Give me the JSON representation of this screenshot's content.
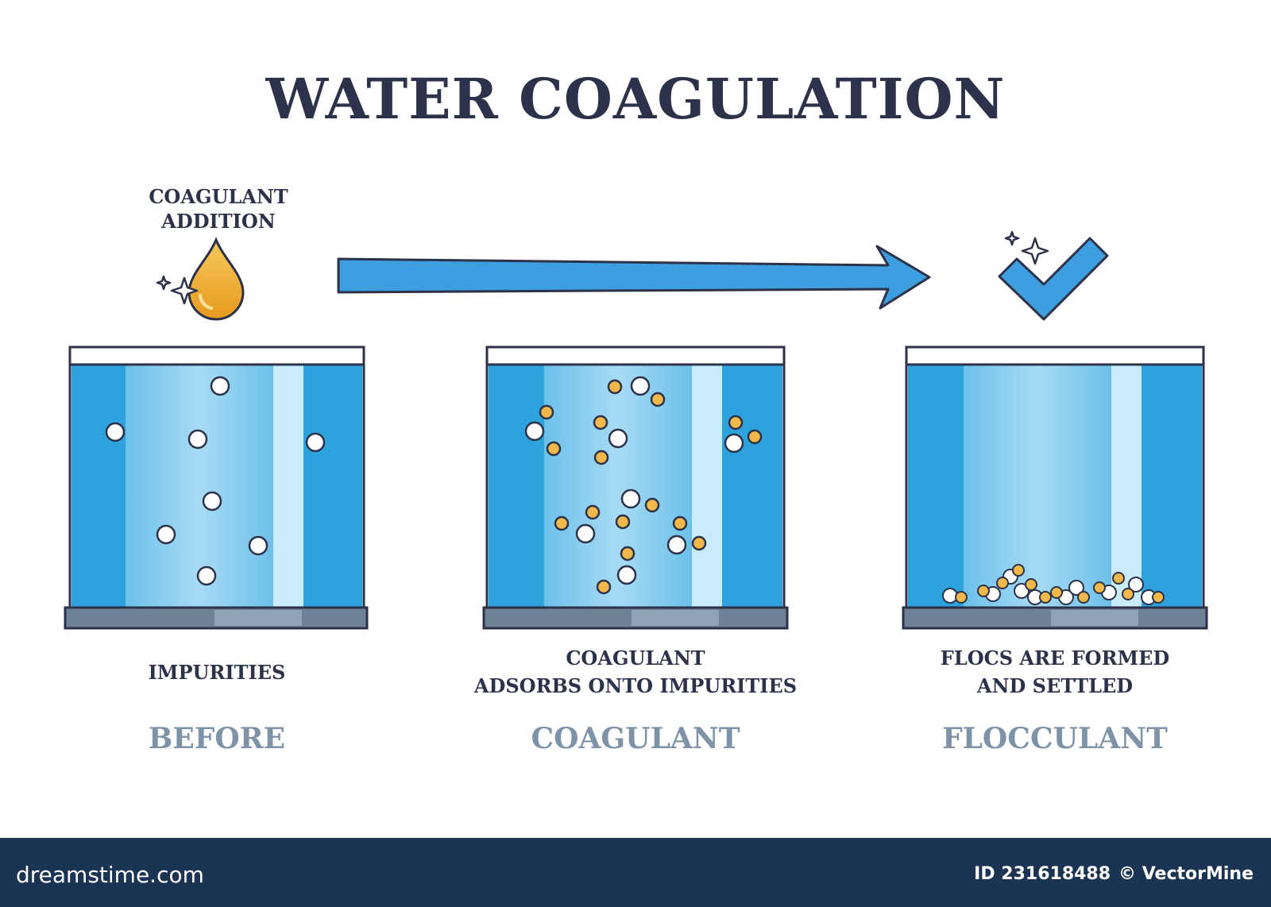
{
  "title": "WATER COAGULATION",
  "addition_label": [
    "COAGULANT",
    "ADDITION"
  ],
  "panels": [
    {
      "description": [
        "IMPURITIES"
      ],
      "stage": "BEFORE"
    },
    {
      "description": [
        "COAGULANT",
        "ADSORBS ONTO IMPURITIES"
      ],
      "stage": "COAGULANT"
    },
    {
      "description": [
        "FLOCS ARE FORMED",
        "AND SETTLED"
      ],
      "stage": "FLOCCULANT"
    }
  ],
  "footer": {
    "brand": "dreamstime.com",
    "id_text": "ID 231618488",
    "copyright": "© VectorMine"
  },
  "colors": {
    "title": "#2c3249",
    "stage_label": "#7f93a8",
    "water_dark": "#2ea2dc",
    "water_light": "#8fd0f1",
    "impurity": "#ffffff",
    "coagulant": "#f2b94a",
    "footer": "#1c3454"
  },
  "icons": [
    "drop-icon",
    "sparkle-icon",
    "arrow-icon",
    "checkmark-icon"
  ]
}
